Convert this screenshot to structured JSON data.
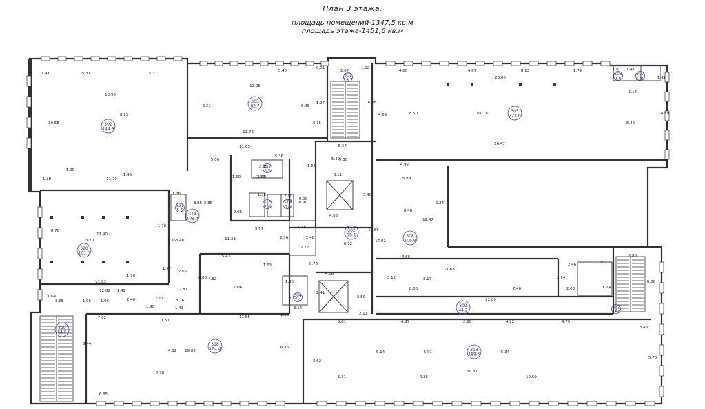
{
  "header": {
    "title": "План 3 этажа.",
    "room_area": "площадь помещений-1347,5 кв.м",
    "floor_area": "площадь этажа-1451,6 кв.м"
  },
  "rooms": [
    {
      "id": "302",
      "area": "144.9"
    },
    {
      "id": "303",
      "area": "82.7"
    },
    {
      "id": "301",
      "area": "18.7"
    },
    {
      "id": "305",
      "area": "223.6"
    },
    {
      "id": "306",
      "area": "7.6"
    },
    {
      "id": "307",
      "area": "2.50"
    },
    {
      "id": "314",
      "area": "108.3"
    },
    {
      "id": "320",
      "area": "103.3"
    },
    {
      "id": "321",
      "area": "5.5"
    },
    {
      "id": "302",
      "area": "78.1"
    },
    {
      "id": "308",
      "area": "106.8"
    },
    {
      "id": "309",
      "area": "44.2"
    },
    {
      "id": "318",
      "area": "164.4"
    },
    {
      "id": "319",
      "area": "64.5"
    },
    {
      "id": "313",
      "area": "188.5"
    },
    {
      "id": "312",
      "area": "17.5"
    },
    {
      "id": "304",
      "area": "7.4"
    },
    {
      "id": "316",
      "area": "2.6"
    },
    {
      "id": "315",
      "area": "3.8"
    },
    {
      "id": "317",
      "area": "3.3"
    }
  ],
  "dimensions": [
    "1.41",
    "5.37",
    "5.37",
    "5.40",
    "0.91",
    "2.67",
    "1.02",
    "4.80",
    "4.67",
    "8.13",
    "1.79",
    "1.81",
    "1.41",
    "1.01",
    "13.90",
    "13.05",
    "6.51",
    "6.48",
    "1.27",
    "8.13",
    "10.58",
    "11.78",
    "3.15",
    "6.78",
    "4.63",
    "8.50",
    "07.18",
    "23.00",
    "5.14",
    "4.69",
    "6.42",
    "1.99",
    "1.38",
    "11.79",
    "1.46",
    "11.65",
    "5.54",
    "26.47",
    "5.00",
    "5.36",
    "5.30",
    "5.42",
    "1.50",
    "2.55",
    "1.38",
    "2.37",
    "1.65",
    "3.11",
    "4.92",
    "5.89",
    "1.36",
    "3.85",
    "3.85",
    "1.38",
    "2.10",
    "2.18",
    "0.90",
    "0.90",
    "4.53",
    "3.40",
    "8.48",
    "12.47",
    "6.24",
    "8.78",
    "11.90",
    "3.70",
    "1.78",
    "0.95",
    "5.77",
    "1.46",
    "2.56",
    "2.48",
    "2.22",
    "11.38",
    "6.12",
    "16.56",
    "14.02",
    "4.86",
    "3.35",
    "3.40",
    "5.43",
    "1.63",
    "0.75",
    "4.06",
    "11.68",
    "1.97",
    "2.66",
    "4.83",
    "4.82",
    "7.06",
    "1.35",
    "3.12",
    "3.17",
    "2.46",
    "1.59",
    "2.80",
    "1.64",
    "12.02",
    "11.93",
    "1.49",
    "1.78",
    "2.40",
    "2.17",
    "3.26",
    "2.87",
    "2.72",
    "3.14",
    "2.41",
    "3.59",
    "8.60",
    "7.40",
    "22.09",
    "2.14",
    "2.08",
    "1.24",
    "6.36",
    "3.58",
    "1.96",
    "1.96",
    "1.40",
    "7.02",
    "1.51",
    "1.43",
    "11.85",
    "1.93",
    "2.11",
    "5.61",
    "4.87",
    "2.68",
    "4.22",
    "4.79",
    "3.46",
    "6.44",
    "4.02",
    "19.82",
    "6.36",
    "3.62",
    "5.14",
    "5.91",
    "5.34",
    "5.78",
    "6.85",
    "0.78",
    "5.31",
    "4.85",
    "30.81",
    "19.69"
  ]
}
